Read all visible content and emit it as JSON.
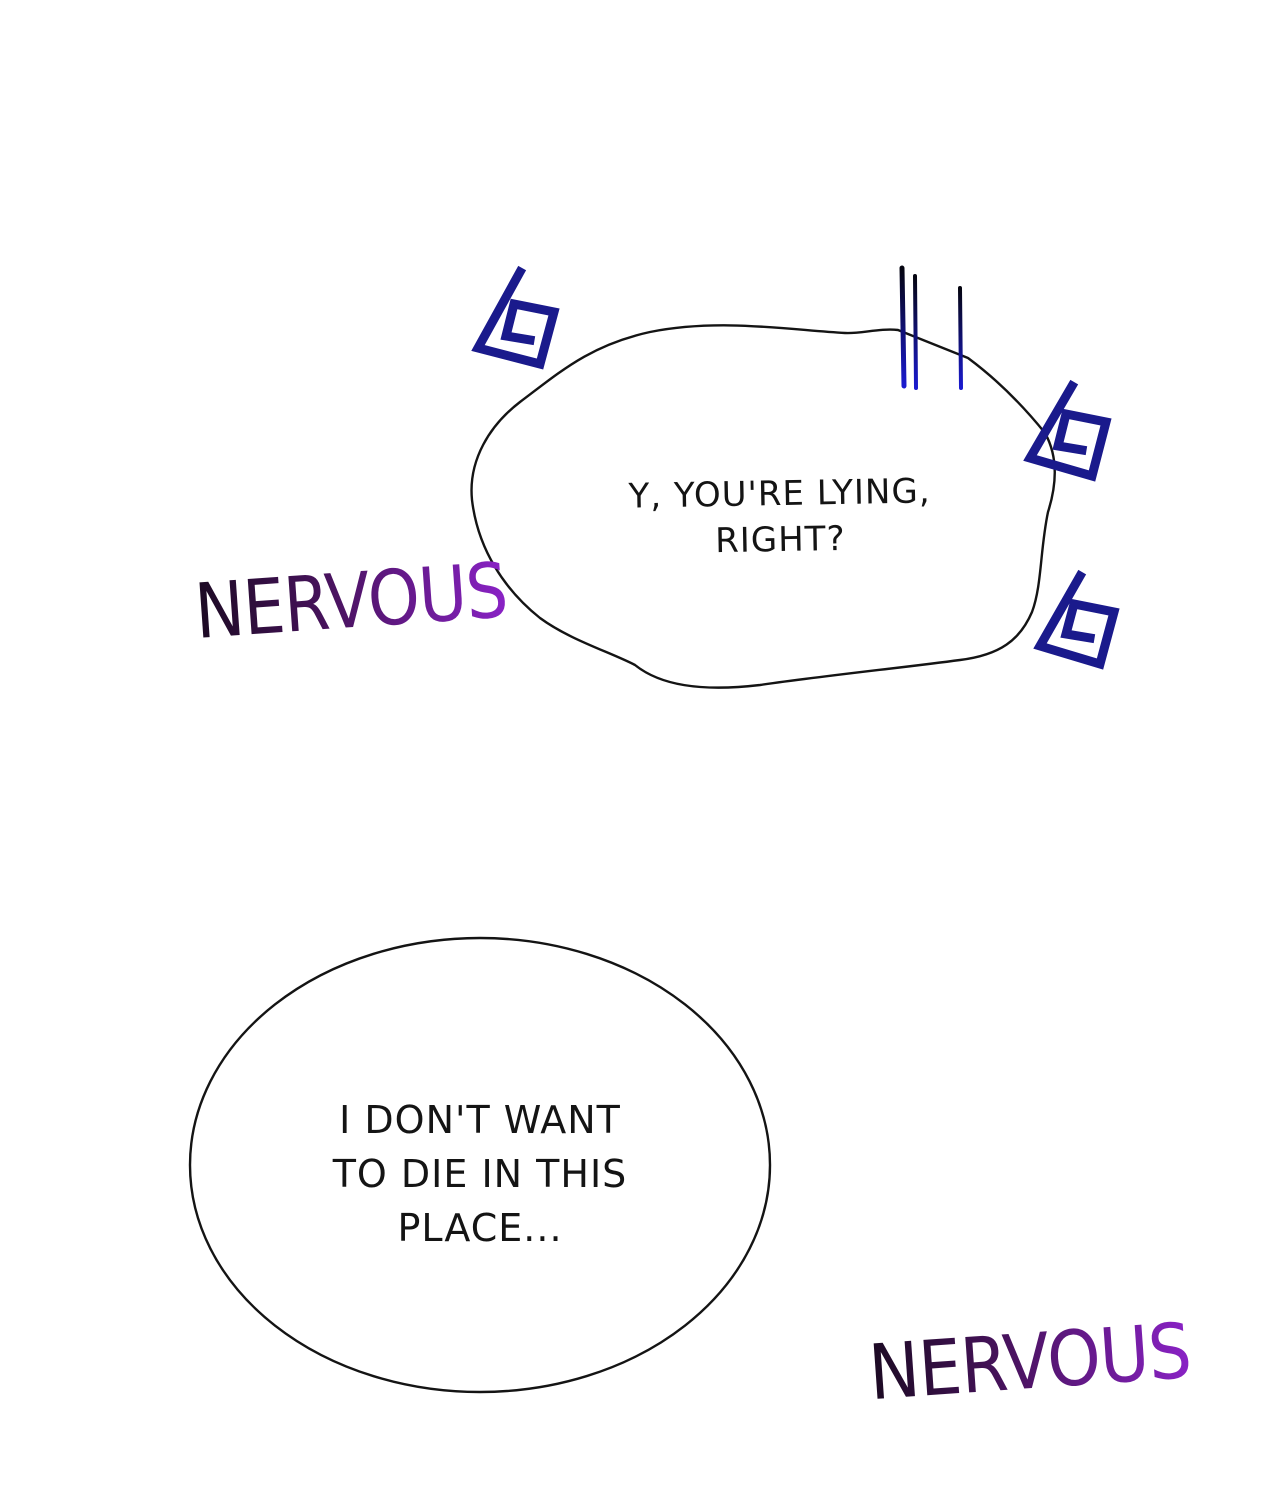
{
  "bubbles": {
    "top": {
      "text": "Y, YOU'RE LYING,\nRIGHT?"
    },
    "bottom": {
      "text": "I DON'T WANT\nTO DIE IN THIS\nPLACE..."
    }
  },
  "sfx": {
    "upper": "NERVOUS",
    "lower": "NERVOUS"
  },
  "colors": {
    "ink": "#141414",
    "swirl": "#1a1a8c",
    "sfx_dark": "#1b0a22",
    "sfx_light": "#8a22c6"
  }
}
